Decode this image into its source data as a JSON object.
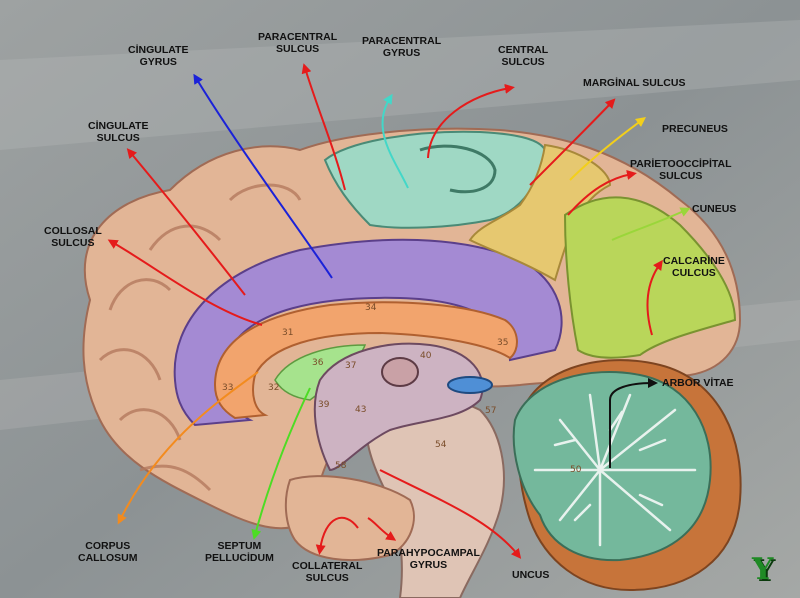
{
  "labels": {
    "cingulate_gyrus": "CİNGULATE\nGYRUS",
    "paracentral_sulcus": "PARACENTRAL\nSULCUS",
    "paracentral_gyrus": "PARACENTRAL\nGYRUS",
    "central_sulcus": "CENTRAL\nSULCUS",
    "marginal_sulcus": "MARGİNAL SULCUS",
    "cingulate_sulcus": "CİNGULATE\nSULCUS",
    "precuneus": "PRECUNEUS",
    "parietooccipital_sulcus": "PARİETOOCCİPİTAL\nSULCUS",
    "collosal_sulcus": "COLLOSAL\nSULCUS",
    "cuneus": "CUNEUS",
    "calcarine_sulcus": "CALCARİNE\nCULCUS",
    "arbor_vitae": "ARBOR VİTAE",
    "corpus_callosum": "CORPUS\nCALLOSUM",
    "septum_pellucidum": "SEPTUM\nPELLUCİDUM",
    "collateral_sulcus": "COLLATERAL\nSULCUS",
    "parahypocampal_gyrus": "PARAHYPOCAMPAL\nGYRUS",
    "uncus": "UNCUS"
  },
  "model_numbers": [
    "31",
    "34",
    "35",
    "33",
    "32",
    "36",
    "37",
    "50",
    "54",
    "57",
    "58",
    "40",
    "43",
    "39"
  ],
  "logo": "Y",
  "colors": {
    "background": "#8f9597",
    "cortex": "#e2b596",
    "cingulate": "#a48ad3",
    "corpus_callosum": "#f2a46d",
    "paracentral": "#9fd8c4",
    "precuneus": "#e6c870",
    "cuneus": "#b9d65a",
    "cerebellum_white": "#74b89c",
    "cerebellum_cortex": "#c7743a",
    "septum": "#a6e38d",
    "brainstem": "#dfc4b5",
    "arrow_red": "#e51b1b",
    "arrow_blue": "#1b22d8",
    "arrow_cyan": "#43d7c8",
    "arrow_yellow": "#f3cf1a",
    "arrow_lime": "#9ad63a",
    "arrow_orange": "#f38b1e",
    "arrow_green": "#4ddc24",
    "arrow_black": "#111111"
  }
}
